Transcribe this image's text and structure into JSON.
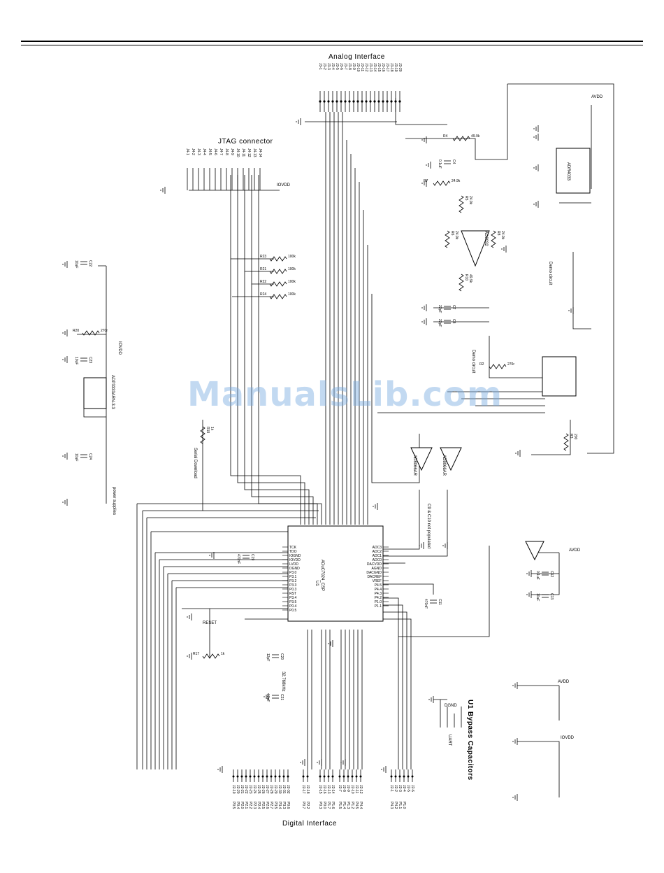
{
  "watermark": "ManualsLib.com",
  "titles": {
    "analog": "Analog Interface",
    "jtag": "JTAG connector",
    "digital": "Digital Interface",
    "bypass": "U1 Bypass Capacitors"
  },
  "ic": {
    "u1_ref": "U1",
    "u1_part": "ADuC7024_CSP",
    "u2_part": "AD8032",
    "u3_part": "ADR4033",
    "u4_part": "AD8066AR",
    "u5_part": "ADP3333ARN-3.3"
  },
  "nets": {
    "avdd": "AVDD",
    "iovdd": "IOVDD",
    "dgnd": "DGND"
  },
  "labels": {
    "reset": "RESET",
    "serial_download": "Serial Download",
    "demo_circuit": "Demo circuit",
    "power_supplies": "power supplies",
    "uart": "UART",
    "not_populated": "C9 & C10 not populated",
    "crystal": "32.768kHz"
  },
  "components": [
    {
      "ref": "R23",
      "value": "100k"
    },
    {
      "ref": "R21",
      "value": "100k"
    },
    {
      "ref": "R22",
      "value": "100k"
    },
    {
      "ref": "R24",
      "value": "100k"
    },
    {
      "ref": "R4",
      "value": "49.9k"
    },
    {
      "ref": "R7",
      "value": "24.9k"
    },
    {
      "ref": "R5",
      "value": "24.9k"
    },
    {
      "ref": "R6",
      "value": "24.9k"
    },
    {
      "ref": "R8",
      "value": "24.9k"
    },
    {
      "ref": "R10",
      "value": "49.9k"
    },
    {
      "ref": "R20",
      "value": "270r"
    },
    {
      "ref": "R2",
      "value": "270r"
    },
    {
      "ref": "R3",
      "value": "200"
    },
    {
      "ref": "R19",
      "value": "1k"
    },
    {
      "ref": "R17",
      "value": "1k"
    },
    {
      "ref": "C4",
      "value": "0.1uF"
    },
    {
      "ref": "C7",
      "value": "22pF"
    },
    {
      "ref": "C8",
      "value": "22pF"
    },
    {
      "ref": "C19",
      "value": "470nF"
    },
    {
      "ref": "C20",
      "value": "12pF"
    },
    {
      "ref": "C21",
      "value": "12pF"
    },
    {
      "ref": "C22",
      "value": "10uF"
    },
    {
      "ref": "C23",
      "value": "10uF"
    },
    {
      "ref": "C24",
      "value": "10uF"
    },
    {
      "ref": "C11",
      "value": "470nF"
    },
    {
      "ref": "C12",
      "value": "0.1uF"
    },
    {
      "ref": "C13",
      "value": "10uF"
    }
  ],
  "analog_pins": [
    "J3-1",
    "J3-2",
    "J3-3",
    "J3-4",
    "J3-5",
    "J3-6",
    "J3-7",
    "J3-8",
    "J3-9",
    "J3-10",
    "J3-11",
    "J3-12",
    "J3-13",
    "J3-14",
    "J3-15",
    "J3-16",
    "J3-17",
    "J3-18",
    "J3-19",
    "J3-20"
  ],
  "jtag_pins": [
    "J4-1",
    "J4-2",
    "J4-3",
    "J4-4",
    "J4-5",
    "J4-6",
    "J4-7",
    "J4-8",
    "J4-9",
    "J4-10",
    "J4-11",
    "J4-12",
    "J4-13",
    "J4-14"
  ],
  "u1_left_pins": [
    "TCK",
    "TDO",
    "IOGND",
    "IOVDD",
    "LVDD",
    "DGND",
    "P3.0",
    "P3.1",
    "P3.2",
    "P3.3",
    "P0.3",
    "RST",
    "P3.4",
    "P3.5",
    "P0.4",
    "P0.5"
  ],
  "u1_right_pins": [
    "ADC3",
    "ADC2",
    "ADC1",
    "ADC0",
    "DACVDD",
    "AGND",
    "DACGND",
    "DACREF",
    "VREF",
    "P4.5",
    "P4.4",
    "P4.3",
    "P4.2",
    "P1.0",
    "P1.1"
  ],
  "digital_pins": [
    "J2-19",
    "J2-20",
    "J2-21",
    "J2-22",
    "J2-23",
    "J2-24",
    "J2-25",
    "J2-26",
    "J2-27",
    "J2-28",
    "J2-29",
    "J2-30",
    "J2-31",
    "J2-32",
    "J2-17",
    "J2-18",
    "J2-15",
    "J2-16",
    "J2-13",
    "J2-14",
    "J2-7",
    "J2-8",
    "J2-9",
    "J2-10",
    "J2-11",
    "J2-12",
    "J2-1",
    "J2-2",
    "J2-3",
    "J2-4",
    "J2-5",
    "J2-6"
  ],
  "digital_signals": [
    "P0.5",
    "P0.4",
    "P2.0",
    "P2.1",
    "P2.2",
    "P2.3",
    "P2.4",
    "P2.5",
    "P2.6",
    "P2.7",
    "P3.5",
    "P3.4",
    "P3.3",
    "P0.6",
    "P0.7",
    "P2.2",
    "P0.3",
    "P0.0",
    "P1.7",
    "P1.6",
    "P1.5",
    "P1.4",
    "P1.3",
    "P1.2",
    "P4.5",
    "P4.4",
    "P4.3",
    "P4.2",
    "P1.1",
    "P1.0"
  ]
}
